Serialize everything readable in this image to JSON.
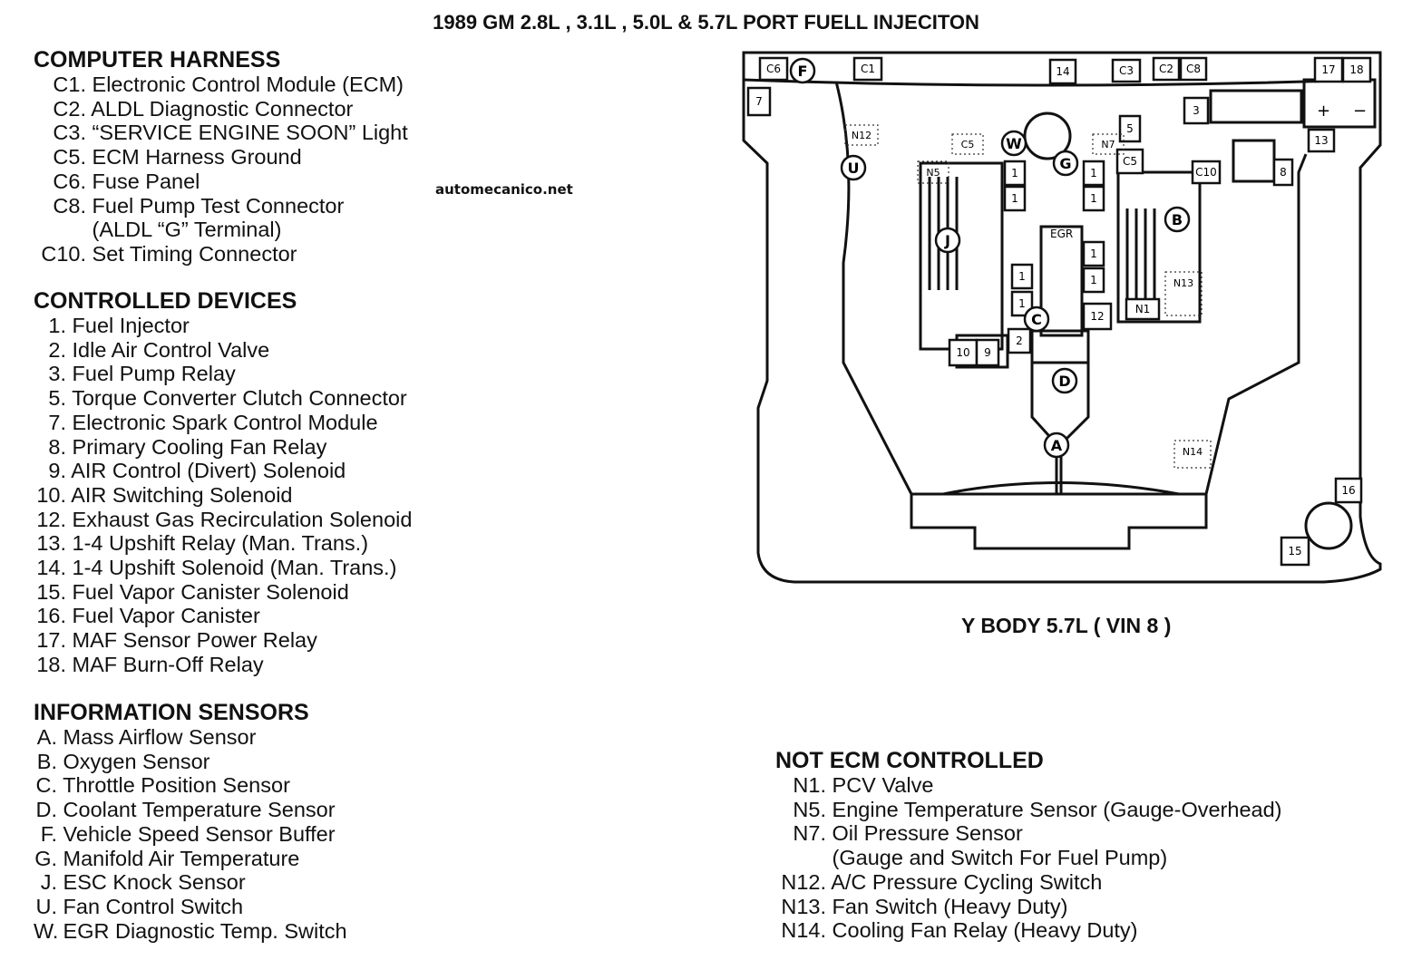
{
  "title": "1989 GM 2.8L , 3.1L , 5.0L & 5.7L PORT FUELL INJECITON",
  "watermark": "automecanico.net",
  "caption": "Y BODY 5.7L ( VIN 8 )",
  "sections": {
    "computer_harness": {
      "heading": "COMPUTER HARNESS",
      "items": [
        {
          "code": "C1.",
          "text": "Electronic Control Module (ECM)"
        },
        {
          "code": "C2.",
          "text": "ALDL Diagnostic Connector"
        },
        {
          "code": "C3.",
          "text": "“SERVICE ENGINE SOON” Light"
        },
        {
          "code": "C5.",
          "text": "ECM Harness Ground"
        },
        {
          "code": "C6.",
          "text": "Fuse Panel"
        },
        {
          "code": "C8.",
          "text": "Fuel Pump Test Connector"
        },
        {
          "code": "",
          "text": "(ALDL “G” Terminal)"
        },
        {
          "code": "C10.",
          "text": "Set Timing Connector"
        }
      ]
    },
    "controlled_devices": {
      "heading": "CONTROLLED DEVICES",
      "items": [
        {
          "code": "1.",
          "text": "Fuel Injector"
        },
        {
          "code": "2.",
          "text": "Idle Air Control Valve"
        },
        {
          "code": "3.",
          "text": "Fuel Pump Relay"
        },
        {
          "code": "5.",
          "text": "Torque Converter Clutch Connector"
        },
        {
          "code": "7.",
          "text": "Electronic Spark Control Module"
        },
        {
          "code": "8.",
          "text": "Primary Cooling Fan Relay"
        },
        {
          "code": "9.",
          "text": "AIR Control (Divert) Solenoid"
        },
        {
          "code": "10.",
          "text": "AIR Switching Solenoid"
        },
        {
          "code": "12.",
          "text": "Exhaust Gas Recirculation Solenoid"
        },
        {
          "code": "13.",
          "text": "1-4 Upshift Relay (Man. Trans.)"
        },
        {
          "code": "14.",
          "text": "1-4 Upshift Solenoid (Man. Trans.)"
        },
        {
          "code": "15.",
          "text": "Fuel Vapor Canister Solenoid"
        },
        {
          "code": "16.",
          "text": "Fuel Vapor Canister"
        },
        {
          "code": "17.",
          "text": "MAF Sensor Power Relay"
        },
        {
          "code": "18.",
          "text": "MAF Burn-Off Relay"
        }
      ]
    },
    "information_sensors": {
      "heading": "INFORMATION SENSORS",
      "items": [
        {
          "code": "A.",
          "text": "Mass Airflow Sensor"
        },
        {
          "code": "B.",
          "text": "Oxygen Sensor"
        },
        {
          "code": "C.",
          "text": "Throttle Position Sensor"
        },
        {
          "code": "D.",
          "text": "Coolant Temperature Sensor"
        },
        {
          "code": "F.",
          "text": "Vehicle Speed Sensor Buffer"
        },
        {
          "code": "G.",
          "text": "Manifold Air Temperature"
        },
        {
          "code": "J.",
          "text": "ESC Knock Sensor"
        },
        {
          "code": "U.",
          "text": "Fan Control Switch"
        },
        {
          "code": "W.",
          "text": "EGR Diagnostic Temp. Switch"
        }
      ]
    },
    "not_ecm_controlled": {
      "heading": "NOT ECM CONTROLLED",
      "items": [
        {
          "code": "N1.",
          "text": "PCV Valve"
        },
        {
          "code": "N5.",
          "text": "Engine Temperature Sensor (Gauge-Overhead)"
        },
        {
          "code": "N7.",
          "text": "Oil Pressure Sensor"
        },
        {
          "code": "",
          "text": "(Gauge and Switch For Fuel Pump)"
        },
        {
          "code": "N12.",
          "text": "A/C Pressure Cycling Switch"
        },
        {
          "code": "N13.",
          "text": "Fan Switch (Heavy Duty)"
        },
        {
          "code": "N14.",
          "text": "Cooling Fan Relay (Heavy Duty)"
        }
      ]
    }
  },
  "diagram_labels": {
    "boxes": [
      "C6",
      "C1",
      "14",
      "C3",
      "C2",
      "C8",
      "17",
      "18",
      "7",
      "3",
      "13",
      "5",
      "C5",
      "C10",
      "8",
      "1",
      "1",
      "1",
      "1",
      "1",
      "1",
      "1",
      "1",
      "12",
      "10",
      "9",
      "2",
      "N1",
      "16",
      "15"
    ],
    "dotted": [
      "N12",
      "C5",
      "N5",
      "N7",
      "N13",
      "N14"
    ],
    "circles": [
      "F",
      "U",
      "W",
      "G",
      "J",
      "B",
      "C",
      "D",
      "A"
    ],
    "egr": "EGR",
    "battery_plus": "+",
    "battery_minus": "−"
  }
}
